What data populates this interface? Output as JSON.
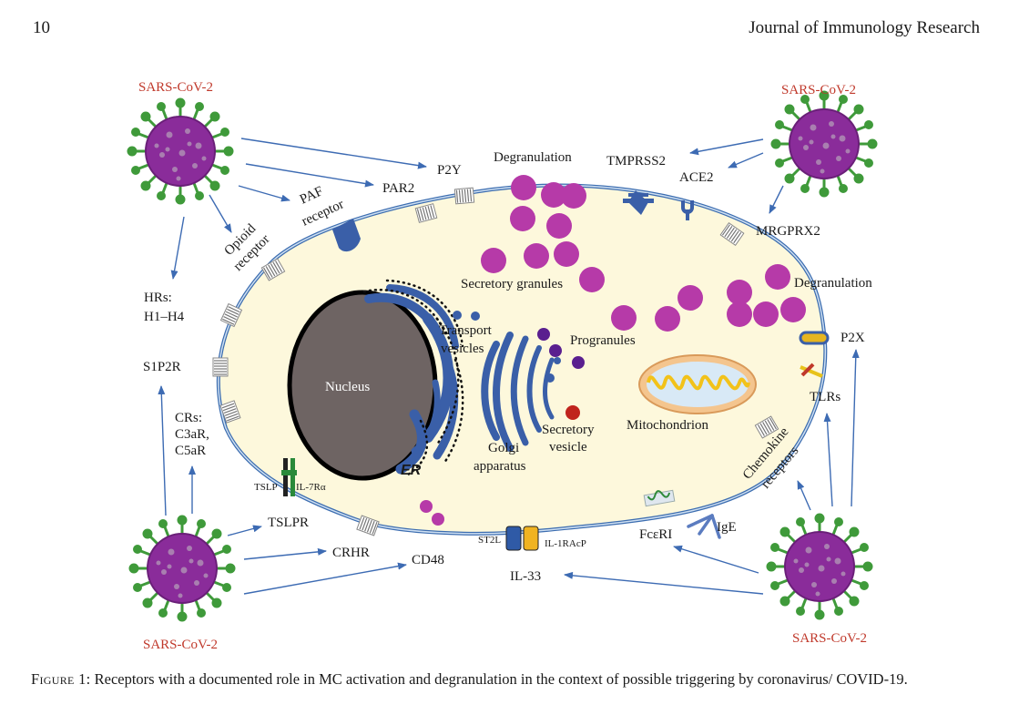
{
  "header": {
    "page_number": "10",
    "journal": "Journal of Immunology Research"
  },
  "figure": {
    "virus_label": "SARS-CoV-2",
    "labels": {
      "p2y": "P2Y",
      "par2": "PAR2",
      "paf1": "PAF",
      "paf2": "receptor",
      "opioid1": "Opioid",
      "opioid2": "receptor",
      "hrs1": "HRs:",
      "hrs2": "H1–H4",
      "s1p2r": "S1P2R",
      "crs1": "CRs:",
      "crs2": "C3aR,",
      "crs3": "C5aR",
      "tslp": "TSLP",
      "il7ra": "IL-7Rα",
      "tslpr": "TSLPR",
      "crhr": "CRHR",
      "cd48": "CD48",
      "st2l": "ST2L",
      "il1racp": "IL-1RAcP",
      "il33": "IL-33",
      "fceri": "FcεRI",
      "ige": "IgE",
      "chemo1": "Chemokine",
      "chemo2": "receptors",
      "tlrs": "TLRs",
      "p2x": "P2X",
      "mrgprx2": "MRGPRX2",
      "degran_right": "Degranulation",
      "degran_top": "Degranulation",
      "tmprss2": "TMPRSS2",
      "ace2": "ACE2",
      "secretory_granules": "Secretory granules",
      "transport1": "Transport",
      "transport2": "vesicles",
      "progranules": "Progranules",
      "golgi1": "Golgi",
      "golgi2": "apparatus",
      "secv1": "Secretory",
      "secv2": "vesicle",
      "nucleus": "Nucleus",
      "er": "ER",
      "mito": "Mitochondrion"
    }
  },
  "caption": {
    "prefix": "Figure 1:",
    "text": " Receptors with a documented role in MC activation and degranulation in the context of possible triggering by coronavirus/ COVID-19."
  },
  "colors": {
    "virus_body": "#8a2c9a",
    "virus_spike": "#3f9a3a",
    "virus_label": "#c0392b",
    "cell_fill": "#fdf8dc",
    "membrane": "#3c6db0",
    "granule": "#b63aa8",
    "nucleus": "#6e6463",
    "arrow": "#3d6bb3"
  }
}
